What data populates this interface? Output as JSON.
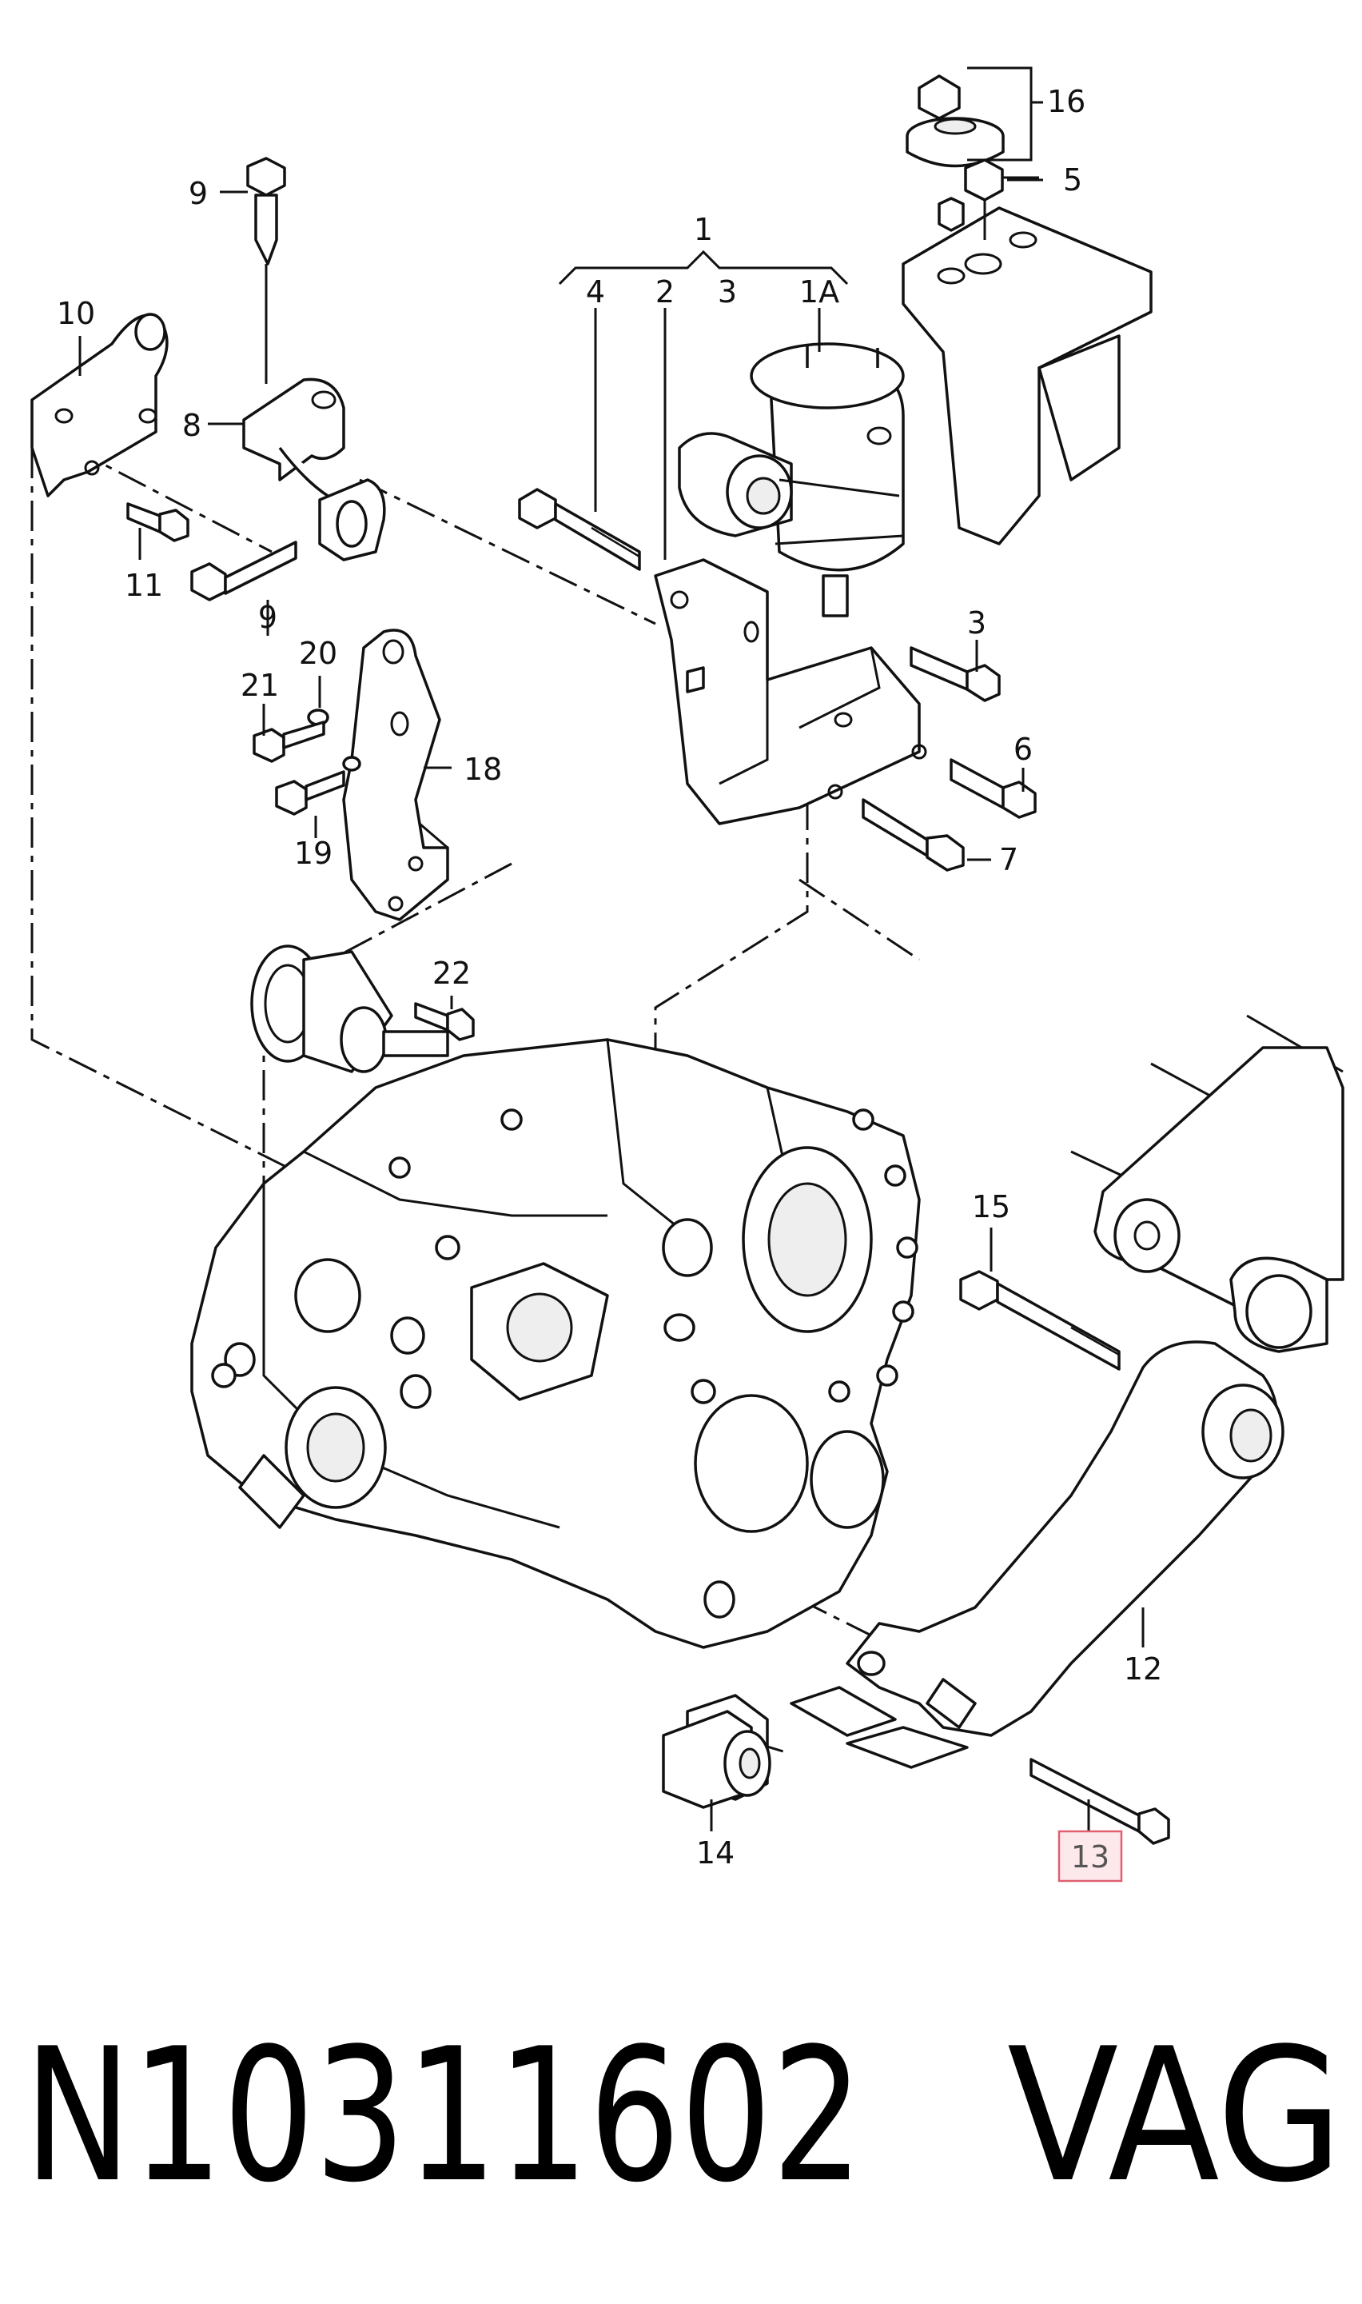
{
  "callouts": {
    "c1": "1",
    "c2": "2",
    "c3": "3",
    "c1a": "1A",
    "c4": "4",
    "c3b": "3",
    "c5": "5",
    "c6": "6",
    "c7": "7",
    "c8": "8",
    "c9a": "9",
    "c9b": "9",
    "c10": "10",
    "c11": "11",
    "c12": "12",
    "c13": "13",
    "c14": "14",
    "c15": "15",
    "c16": "16",
    "c18": "18",
    "c19": "19",
    "c20": "20",
    "c21": "21",
    "c22": "22"
  },
  "highlight_color": "#e06070",
  "footer": {
    "part_number": "N10311602",
    "brand": "VAG"
  }
}
